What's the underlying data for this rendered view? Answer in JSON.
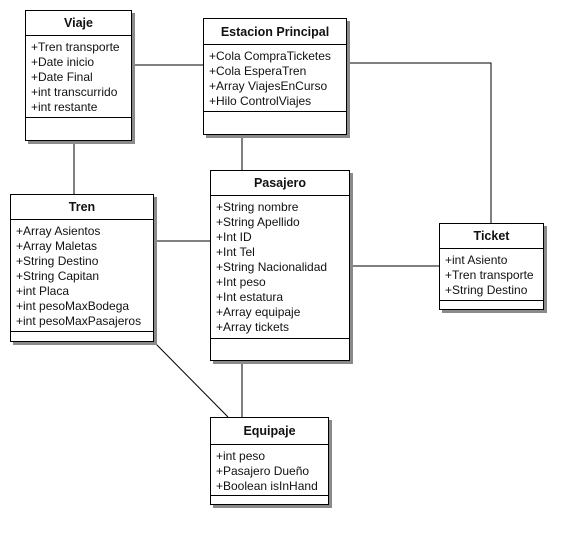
{
  "diagram": {
    "classes": {
      "viaje": {
        "name": "Viaje",
        "attributes": [
          "+Tren transporte",
          "+Date inicio",
          "+Date Final",
          "+int transcurrido",
          "+int restante"
        ]
      },
      "estacion": {
        "name": "Estacion Principal",
        "attributes": [
          "+Cola CompraTicketes",
          "+Cola EsperaTren",
          "+Array ViajesEnCurso",
          "+Hilo ControlViajes"
        ]
      },
      "tren": {
        "name": "Tren",
        "attributes": [
          "+Array Asientos",
          "+Array Maletas",
          "+String Destino",
          "+String Capitan",
          "+int Placa",
          "+int pesoMaxBodega",
          "+int pesoMaxPasajeros"
        ]
      },
      "pasajero": {
        "name": "Pasajero",
        "attributes": [
          "+String  nombre",
          "+String Apellido",
          "+Int ID",
          "+Int Tel",
          "+String Nacionalidad",
          "+Int peso",
          "+Int estatura",
          "+Array equipaje",
          "+Array tickets"
        ]
      },
      "ticket": {
        "name": "Ticket",
        "attributes": [
          "+int Asiento",
          "+Tren transporte",
          "+String Destino"
        ]
      },
      "equipaje": {
        "name": "Equipaje",
        "attributes": [
          "+int peso",
          "+Pasajero Dueño",
          "+Boolean isInHand"
        ]
      }
    },
    "associations": [
      {
        "from": "viaje",
        "to": "estacion"
      },
      {
        "from": "viaje",
        "to": "tren"
      },
      {
        "from": "estacion",
        "to": "pasajero"
      },
      {
        "from": "estacion",
        "to": "ticket"
      },
      {
        "from": "tren",
        "to": "pasajero"
      },
      {
        "from": "pasajero",
        "to": "ticket"
      },
      {
        "from": "pasajero",
        "to": "equipaje"
      },
      {
        "from": "tren",
        "to": "equipaje"
      }
    ],
    "colors": {
      "line": "#000000",
      "shadow": "#8a8a8a",
      "fill": "#ffffff"
    }
  }
}
